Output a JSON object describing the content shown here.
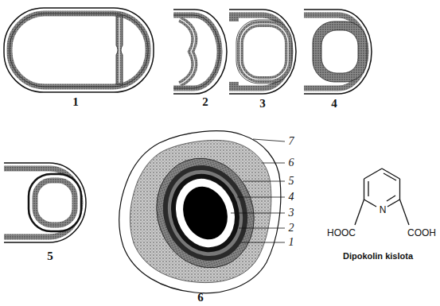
{
  "diagram": {
    "labels": [
      "1",
      "2",
      "3",
      "4",
      "5",
      "6",
      "7",
      "6",
      "5",
      "4",
      "3",
      "2",
      "1",
      "N",
      "HOOC",
      "COOH",
      "Dipokolin kislota"
    ]
  }
}
